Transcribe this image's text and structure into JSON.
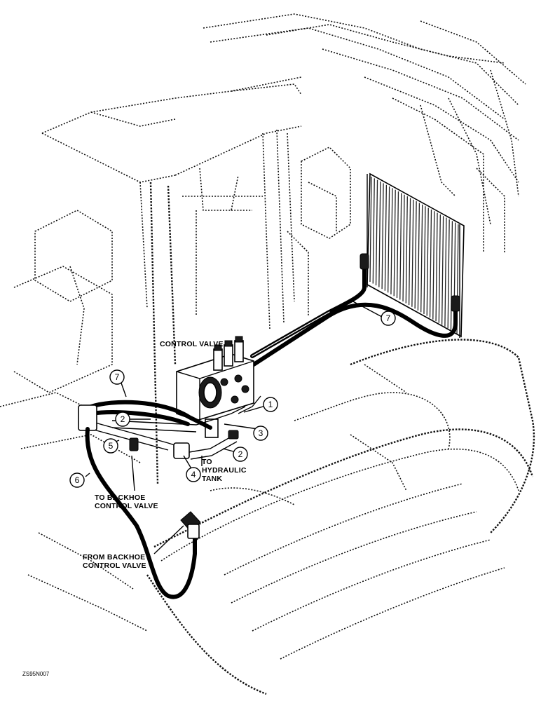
{
  "labels": {
    "control_valve": "CONTROL VALVE",
    "to_hydraulic_tank_line1": "TO",
    "to_hydraulic_tank_line2": "HYDRAULIC",
    "to_hydraulic_tank_line3": "TANK",
    "to_backhoe_line1": "TO BACKHOE",
    "to_backhoe_line2": "CONTROL VALVE",
    "from_backhoe_line1": "FROM BACKHOE",
    "from_backhoe_line2": "CONTROL VALVE"
  },
  "callouts": {
    "c1": "1",
    "c2a": "2",
    "c2b": "2",
    "c3": "3",
    "c4": "4",
    "c5": "5",
    "c6": "6",
    "c7a": "7",
    "c7b": "7"
  },
  "figure_code": "ZS95N007"
}
